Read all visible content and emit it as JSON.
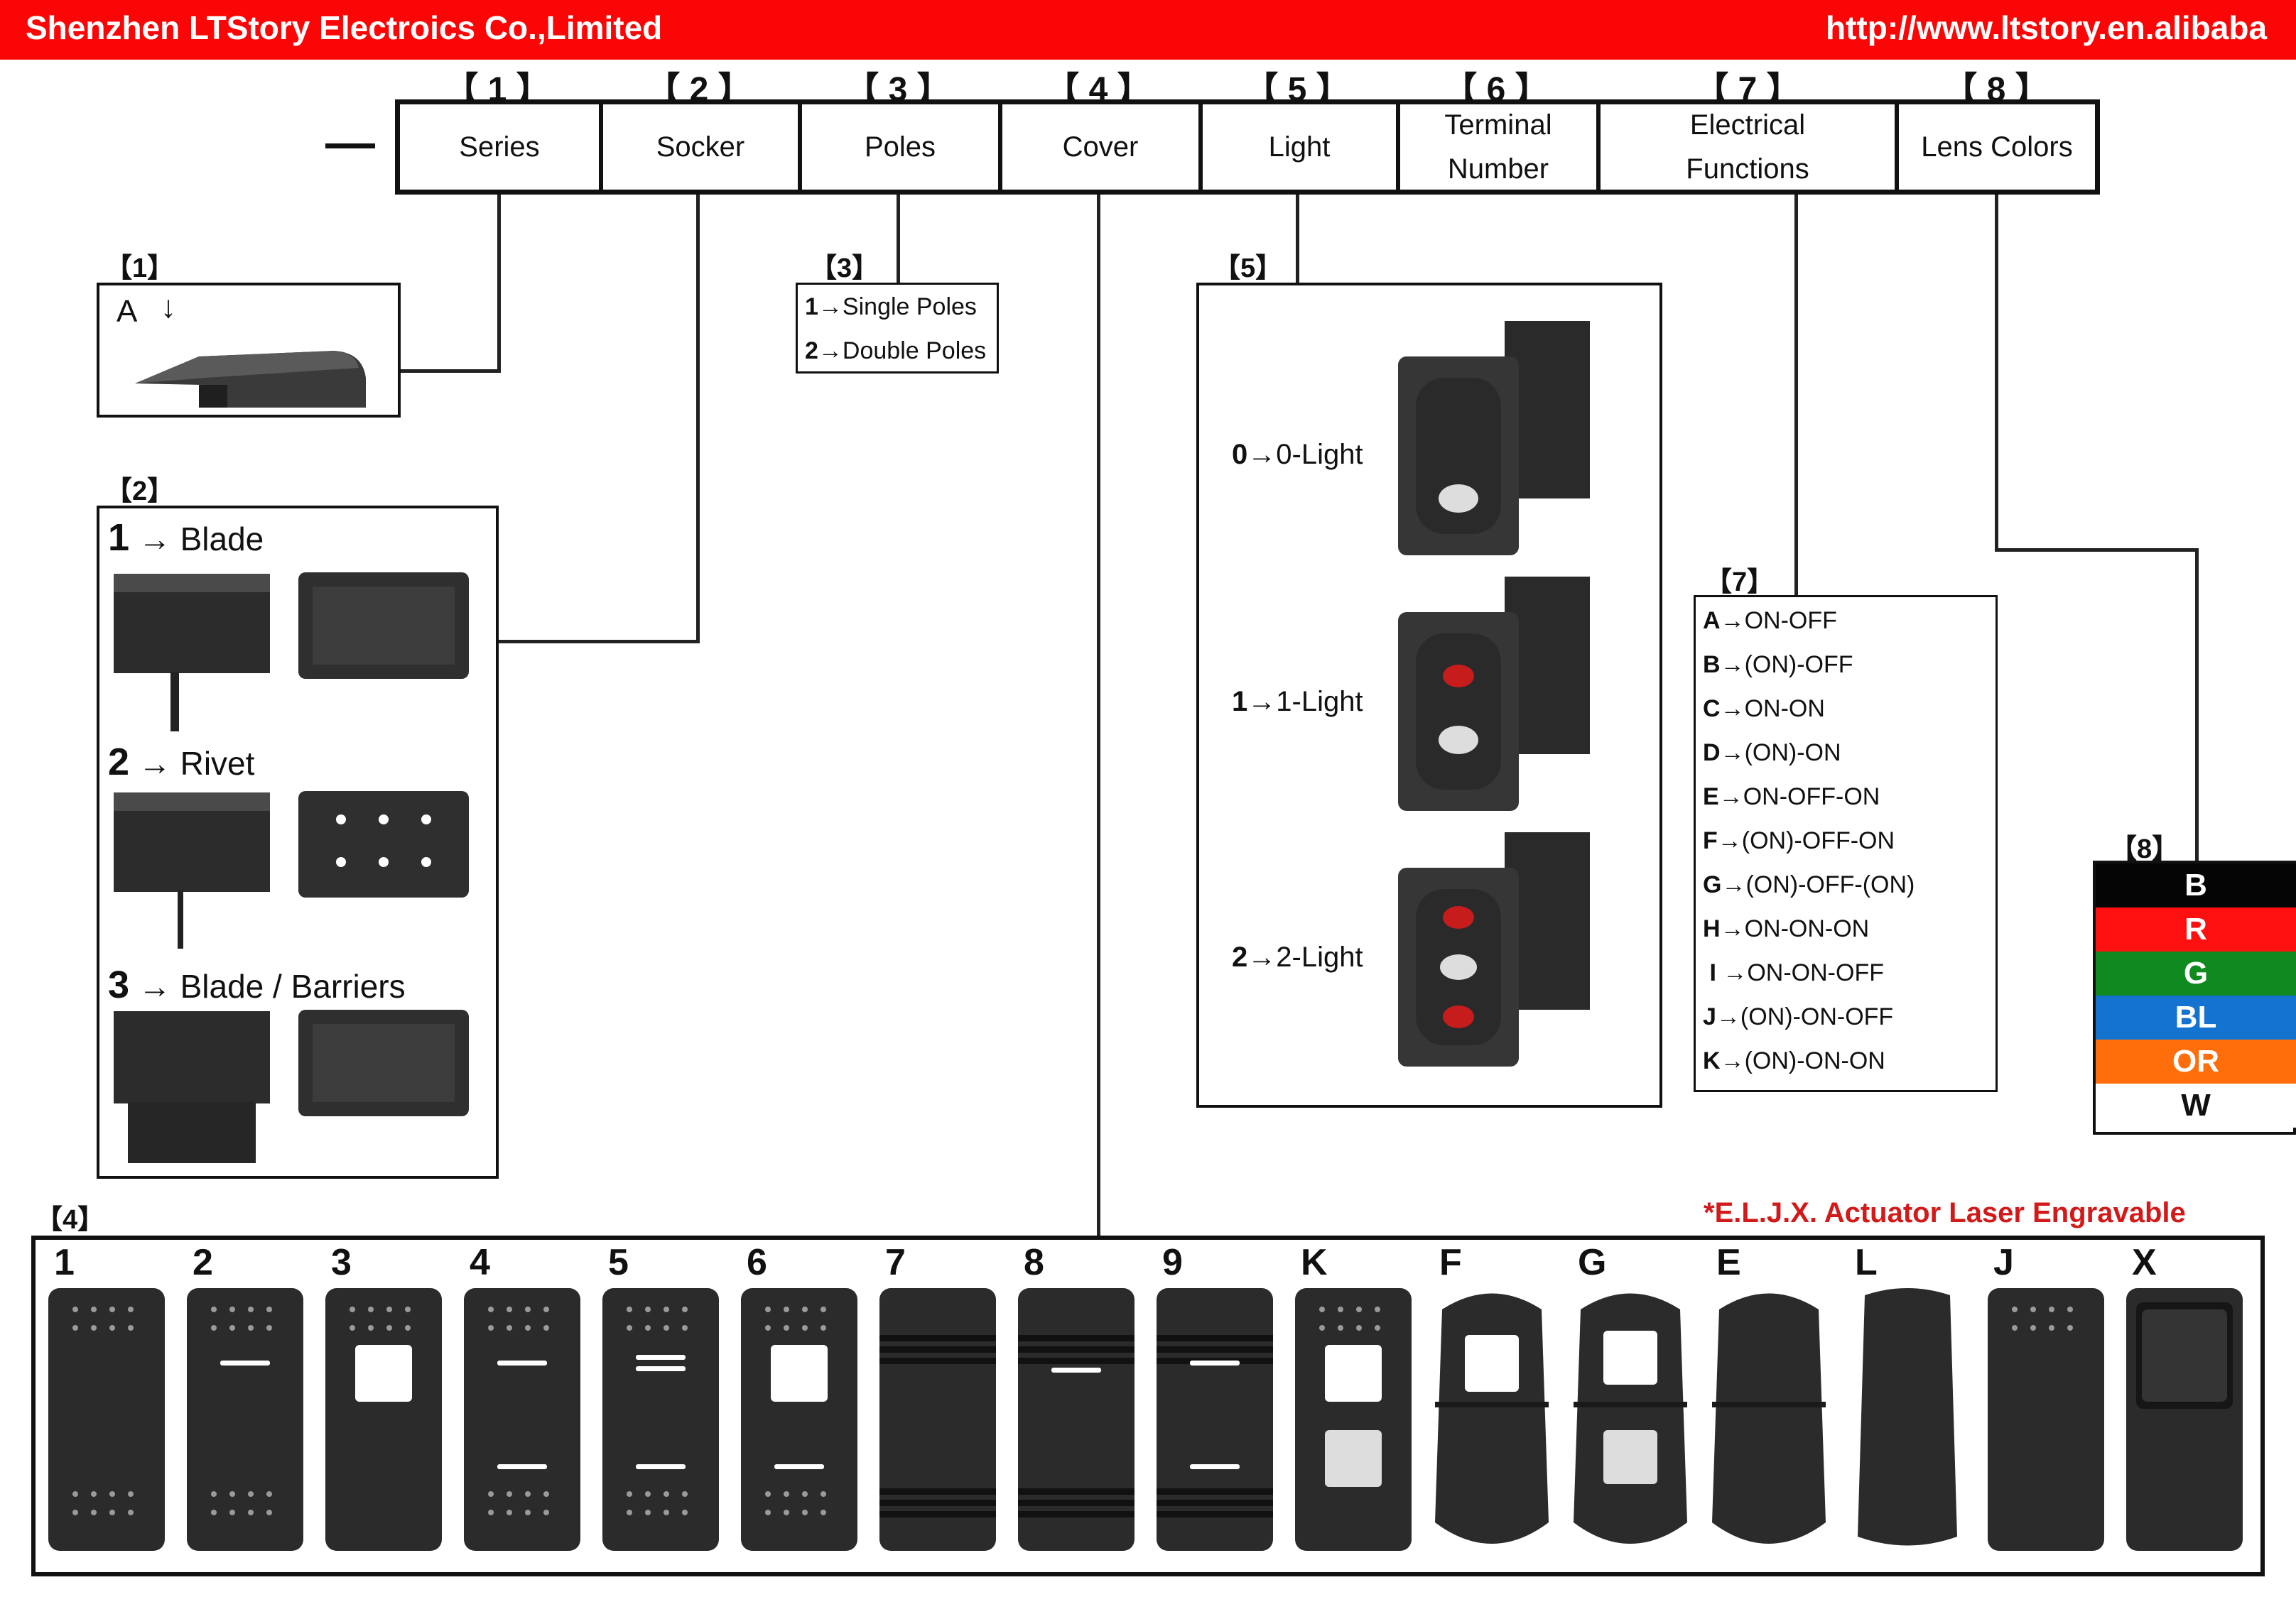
{
  "header": {
    "company": "Shenzhen LTStory Electroics Co.,Limited",
    "url": "http://www.ltstory.en.alibaba"
  },
  "part_number": {
    "indices": [
      "【 1 】",
      "【 2 】",
      "【 3 】",
      "【 4 】",
      "【 5 】",
      "【 6 】",
      "【 7 】",
      "【 8 】"
    ],
    "fields": [
      {
        "line1": "Series",
        "line2": ""
      },
      {
        "line1": "Socker",
        "line2": ""
      },
      {
        "line1": "Poles",
        "line2": ""
      },
      {
        "line1": "Cover",
        "line2": ""
      },
      {
        "line1": "Light",
        "line2": ""
      },
      {
        "line1": "Terminal",
        "line2": "Number"
      },
      {
        "line1": "Electrical",
        "line2": "Functions"
      },
      {
        "line1": "Lens Colors",
        "line2": ""
      }
    ]
  },
  "series": {
    "tag": "【1】",
    "item": "A"
  },
  "socket": {
    "tag": "【2】",
    "items": [
      {
        "num": "1",
        "label": "Blade"
      },
      {
        "num": "2",
        "label": "Rivet"
      },
      {
        "num": "3",
        "label": "Blade / Barriers"
      }
    ]
  },
  "poles": {
    "tag": "【3】",
    "items": [
      {
        "num": "1",
        "label": "Single Poles"
      },
      {
        "num": "2",
        "label": "Double Poles"
      }
    ]
  },
  "light": {
    "tag": "【5】",
    "items": [
      {
        "num": "0",
        "label": "0-Light"
      },
      {
        "num": "1",
        "label": "1-Light"
      },
      {
        "num": "2",
        "label": "2-Light"
      }
    ]
  },
  "functions": {
    "tag": "【7】",
    "items": [
      {
        "key": "A",
        "label": "ON-OFF"
      },
      {
        "key": "B",
        "label": "(ON)-OFF"
      },
      {
        "key": "C",
        "label": "ON-ON"
      },
      {
        "key": "D",
        "label": "(ON)-ON"
      },
      {
        "key": "E",
        "label": "ON-OFF-ON"
      },
      {
        "key": "F",
        "label": "(ON)-OFF-ON"
      },
      {
        "key": "G",
        "label": "(ON)-OFF-(ON)"
      },
      {
        "key": "H",
        "label": "ON-ON-ON"
      },
      {
        "key": "I",
        "label": "ON-ON-OFF"
      },
      {
        "key": "J",
        "label": "(ON)-ON-OFF"
      },
      {
        "key": "K",
        "label": "(ON)-ON-ON"
      }
    ]
  },
  "lens_colors": {
    "tag": "【8】",
    "items": [
      {
        "code": "B",
        "color": "#050505"
      },
      {
        "code": "R",
        "color": "#ff1010"
      },
      {
        "code": "G",
        "color": "#0f8a1f"
      },
      {
        "code": "BL",
        "color": "#1473cf"
      },
      {
        "code": "OR",
        "color": "#ff6e0a"
      },
      {
        "code": "W",
        "color": "#ffffff"
      }
    ]
  },
  "cover": {
    "tag": "【4】",
    "note": "*E.L.J.X. Actuator Laser Engravable",
    "items": [
      {
        "code": "1",
        "style": "dots"
      },
      {
        "code": "2",
        "style": "dash"
      },
      {
        "code": "3",
        "style": "square"
      },
      {
        "code": "4",
        "style": "dash2"
      },
      {
        "code": "5",
        "style": "double-dash"
      },
      {
        "code": "6",
        "style": "square-dash"
      },
      {
        "code": "7",
        "style": "stripes"
      },
      {
        "code": "8",
        "style": "stripes-dash"
      },
      {
        "code": "9",
        "style": "stripes-dash2"
      },
      {
        "code": "K",
        "style": "two-squares"
      },
      {
        "code": "F",
        "style": "wide-square"
      },
      {
        "code": "G",
        "style": "wide-two-squares"
      },
      {
        "code": "E",
        "style": "wide-plain"
      },
      {
        "code": "L",
        "style": "plain"
      },
      {
        "code": "J",
        "style": "dots-curve"
      },
      {
        "code": "X",
        "style": "frame"
      }
    ]
  }
}
